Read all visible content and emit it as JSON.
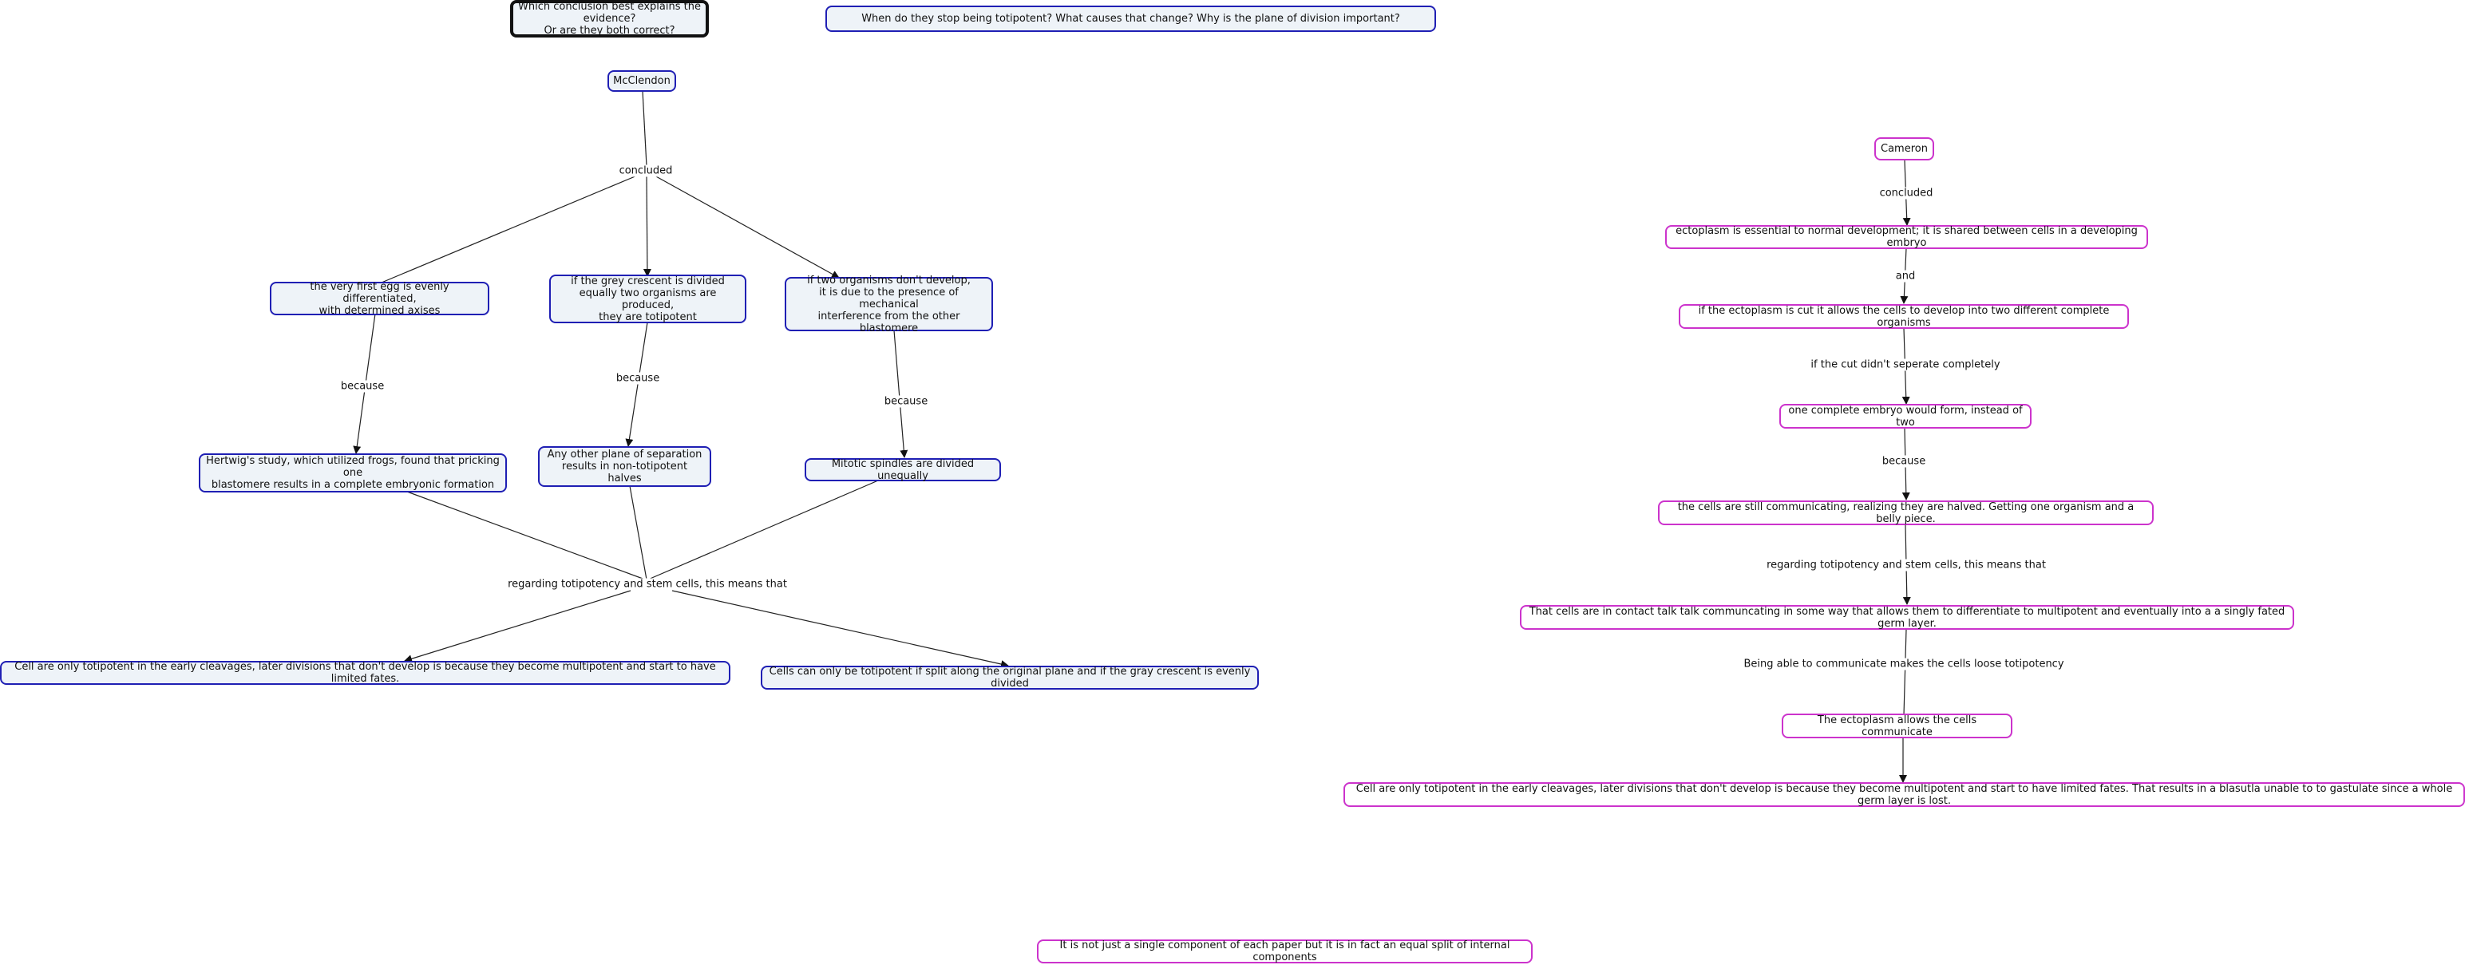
{
  "nodes": {
    "question_main": "Which conclusion best explains the evidence?\nOr are they both correct?",
    "question_top": "When do they stop being totipotent?  What causes that change?  Why is the plane of division important?",
    "mcclendon": "McClendon",
    "first_egg": "the very first egg is evenly differentiated,\nwith determined axises",
    "grey_crescent": "if the grey crescent is divided\nequally two organisms are produced,\nthey are totipotent",
    "two_organisms": "if two organisms don't develop,\nit is due to the presence of mechanical\ninterference from the other blastomere",
    "hertwig": "Hertwig's study, which utilized frogs, found that pricking one\nblastomere results in a complete embryonic formation",
    "other_plane": "Any other plane of separation\nresults in non-totipotent halves",
    "mitotic": "Mitotic spindles are divided unequally",
    "cell_totipotent_left": "Cell are only totipotent in the early cleavages, later divisions that don't develop is because they become multipotent and start to have limited fates.",
    "cells_split": "Cells can only be totipotent if split along the original plane and if the gray crescent is evenly divided",
    "cameron": "Cameron",
    "ectoplasm_essential": "ectoplasm is essential to normal development; it is shared between cells in a developing embryo",
    "ectoplasm_cut": "if the ectoplasm is cut it allows the cells to develop into two different complete organisms",
    "one_embryo": "one complete embryo would form, instead of two",
    "still_communicating": "the cells are still communicating, realizing they are halved. Getting one organism and a belly piece.",
    "contact_talk": "That cells are in contact talk talk communcating in some way that allows them to differentiate to multipotent and eventually into a a singly fated germ layer.",
    "ectoplasm_allows": "The ectoplasm allows the cells communicate",
    "cell_totipotent_right": "Cell are only totipotent in the early cleavages, later divisions that don't develop is because they become multipotent and start to have limited fates. That results in a blasutla unable to to gastulate since a whole germ layer is lost.",
    "not_single": "It is not just a single component of each paper but it is in fact an equal split of internal components"
  },
  "edge_labels": {
    "concluded_left": "concluded",
    "because_1": "because",
    "because_2": "because",
    "because_3": "because",
    "regarding_left": "regarding totipotency and stem cells, this means that",
    "concluded_right": "concluded",
    "and": "and",
    "if_cut": "if the cut didn't seperate completely",
    "because_right": "because",
    "regarding_right": "regarding totipotency and stem cells, this means that",
    "being_able": "Being able to communicate makes the cells loose totipotency"
  },
  "colors": {
    "blue_border": "#1f1fb4",
    "blue_fill": "#eef3f8",
    "pink_border": "#cc33cc",
    "edge": "#222222"
  }
}
